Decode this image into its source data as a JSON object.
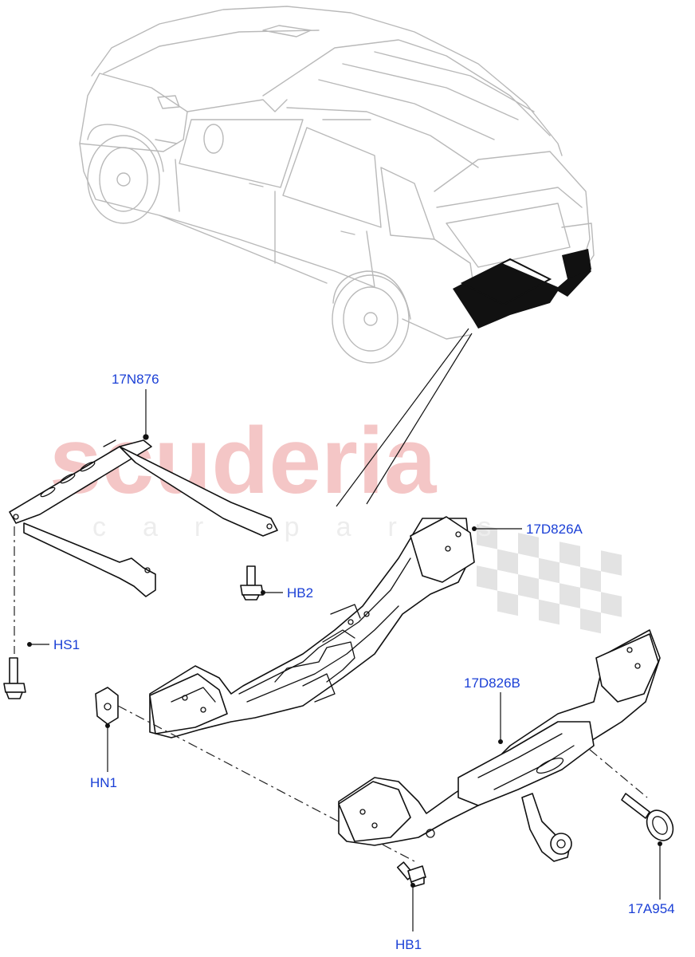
{
  "watermark": {
    "brand": "scuderia",
    "sub": "car parts"
  },
  "callouts": {
    "17N876": "17N876",
    "17D826A": "17D826A",
    "HB2": "HB2",
    "HS1": "HS1",
    "17D826B": "17D826B",
    "HN1": "HN1",
    "17A954": "17A954",
    "HB1": "HB1"
  },
  "colors": {
    "callout_text": "#1a3fd6",
    "watermark_red": "#f4c6c6",
    "watermark_grey": "#e3e3e3",
    "vehicle_outline": "#b9b9b9"
  }
}
